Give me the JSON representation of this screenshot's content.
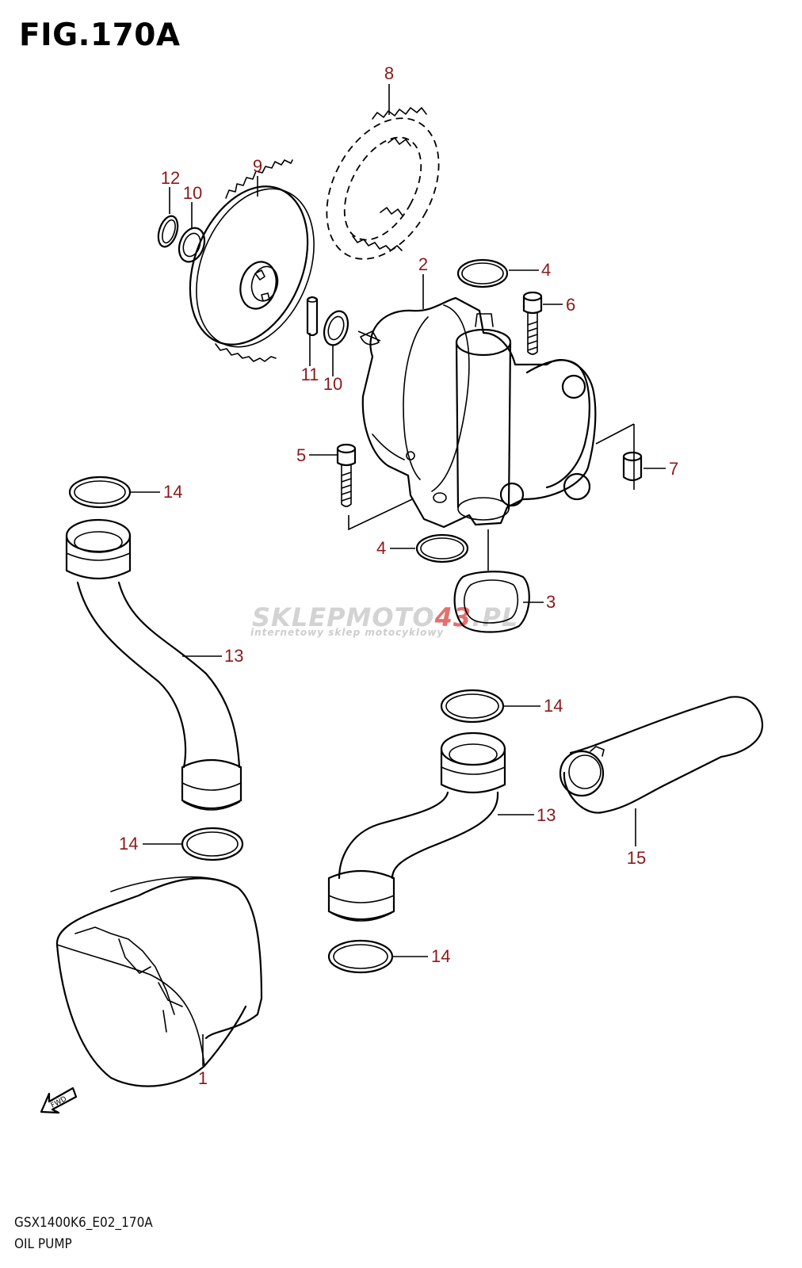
{
  "figure": {
    "title": "FIG.170A",
    "code": "GSX1400K6_E02_170A",
    "name": "OIL PUMP"
  },
  "callouts": [
    "1",
    "2",
    "3",
    "4",
    "5",
    "6",
    "7",
    "8",
    "9",
    "10",
    "11",
    "12",
    "13",
    "14",
    "15"
  ],
  "watermark": {
    "brand_prefix": "SKLEPMOTO",
    "brand_number": "43",
    "brand_suffix": ".PL",
    "tagline": "internetowy sklep motocyklowy"
  },
  "fwd_label": "FWD",
  "colors": {
    "line": "#000000",
    "callout": "#8b1a1a",
    "watermark_grey": "#c8c8c8",
    "watermark_red": "#e06060"
  }
}
